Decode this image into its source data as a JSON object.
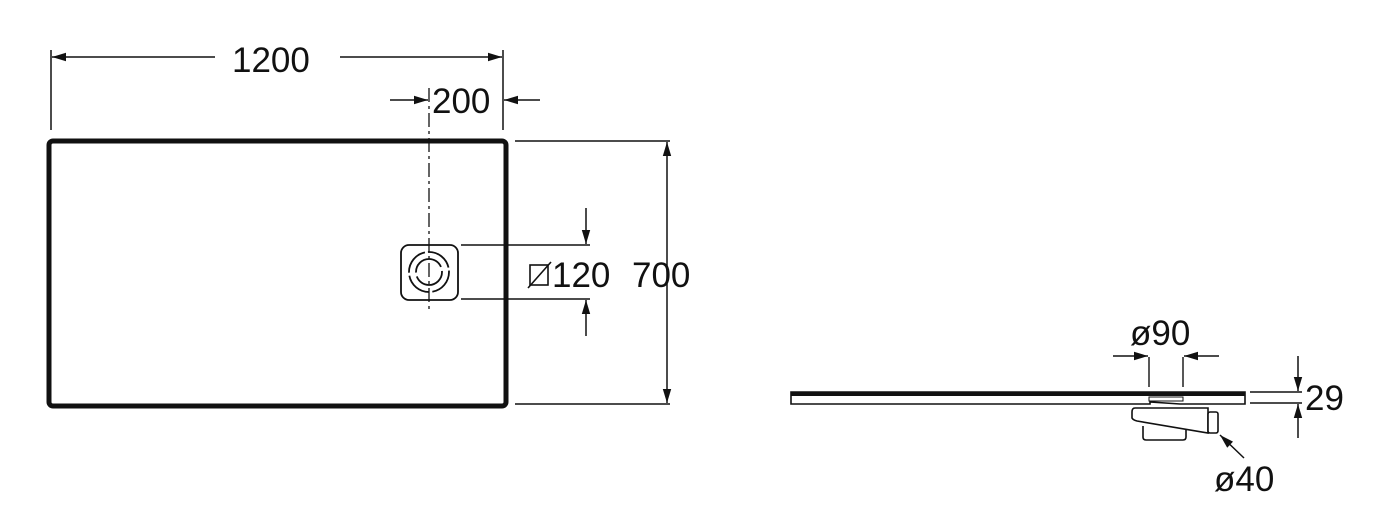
{
  "plan_view": {
    "width_label": "1200",
    "drain_offset_label": "200",
    "drain_size_label": "120",
    "depth_label": "700"
  },
  "side_view": {
    "drain_diameter_label": "ø90",
    "height_label": "29",
    "outlet_diameter_label": "ø40"
  }
}
